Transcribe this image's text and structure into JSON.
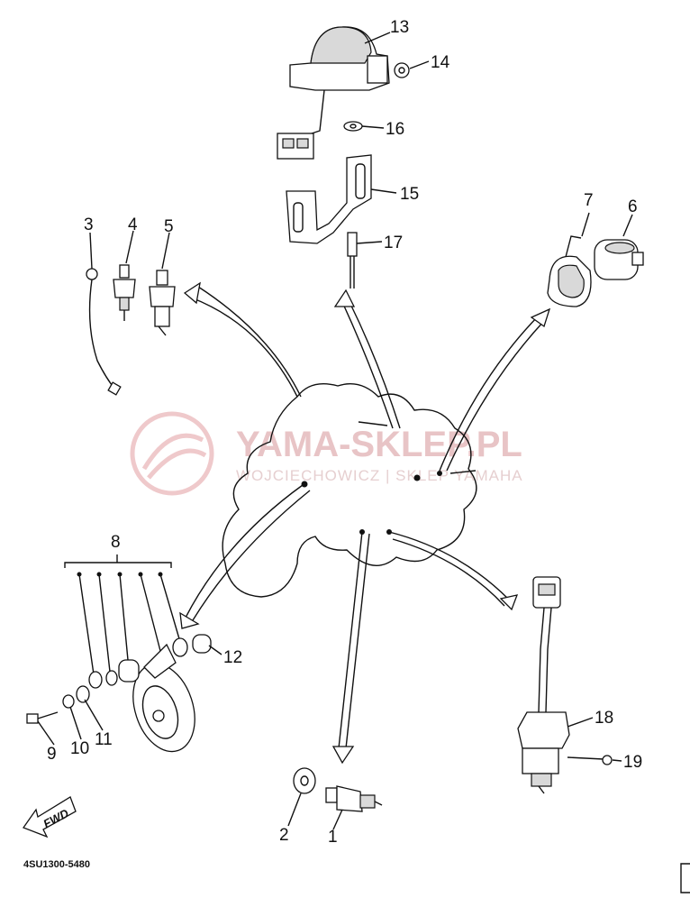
{
  "diagram": {
    "part_code": "4SU1300-5480",
    "fwd_label": "FWD",
    "watermark": {
      "brand": "YAMA-SKLEP.PL",
      "subtitle": "WOJCIECHOWICZ | SKLEP YAMAHA"
    },
    "callouts": {
      "c1": "1",
      "c2": "2",
      "c3": "3",
      "c4": "4",
      "c5": "5",
      "c6": "6",
      "c7": "7",
      "c8": "8",
      "c9": "9",
      "c10": "10",
      "c11": "11",
      "c12": "12",
      "c13": "13",
      "c14": "14",
      "c15": "15",
      "c16": "16",
      "c17": "17",
      "c18": "18",
      "c19": "19"
    },
    "colors": {
      "watermark": "#e8c4c6",
      "line": "#111111"
    }
  }
}
